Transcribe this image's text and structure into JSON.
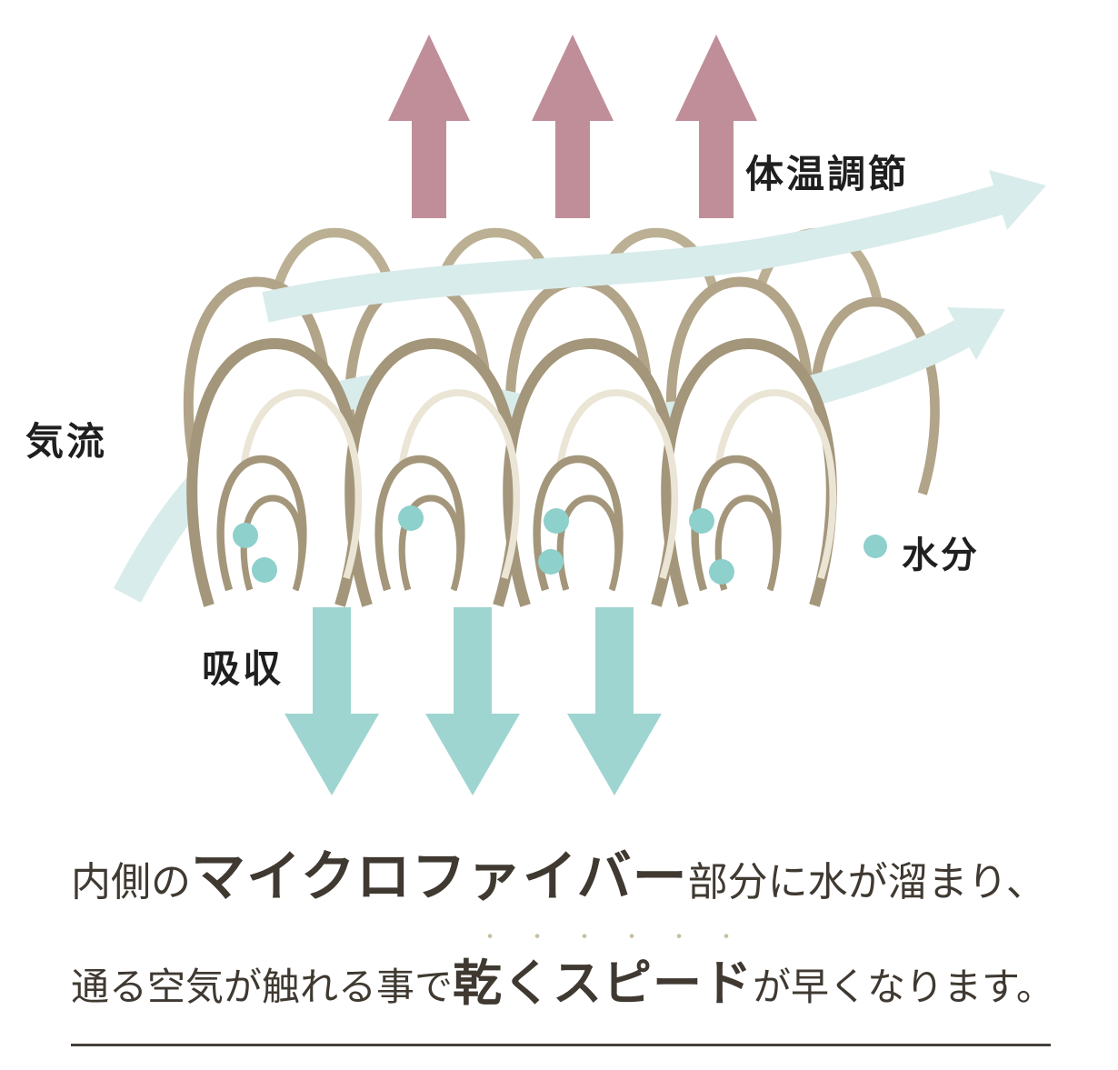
{
  "diagram": {
    "type": "fabric-moisture-airflow-diagram",
    "labels": {
      "temperature": "体温調節",
      "airflow": "気流",
      "moisture": "水分",
      "absorption": "吸収"
    },
    "caption": {
      "line1_start": "内側の",
      "line1_emphasis": "マイクロファイバー",
      "line1_end": "部分に水が溜まり、",
      "line2_start": "通る空気が触れる事で",
      "line2_emphasis": "乾くスピード",
      "line2_end": "が早くなります。",
      "emphasis_dots": "・・・・・・"
    },
    "legend": {
      "moisture_dot": "teal-dot"
    }
  },
  "colors": {
    "pink": "#bf8e99",
    "teal_arrow": "#9fd5d1",
    "airflow": "#d8eceb",
    "loop_front": "#a3967a",
    "loop_mid": "#b1a488",
    "loop_back": "#bcb094",
    "loop_ghost": "#ebe5d6",
    "moisture": "#8ed0cb",
    "label_text": "#1f1f1f",
    "body_text": "#3f3931",
    "emphasis_dot": "#c9bfa4",
    "rule": "#45403a",
    "background": "#ffffff"
  }
}
